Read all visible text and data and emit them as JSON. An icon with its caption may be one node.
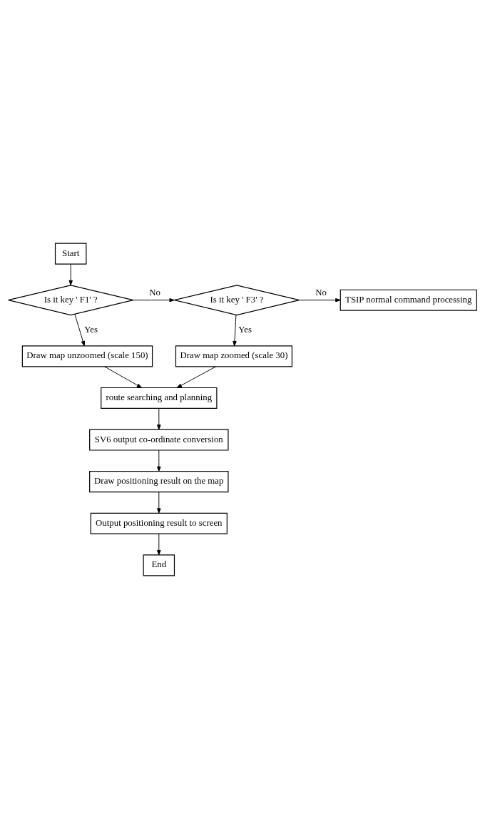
{
  "diagram": {
    "nodes": [
      {
        "text": [
          "Start"
        ]
      },
      {
        "text": [
          "Is it key ' F1' ?"
        ]
      },
      {
        "text": [
          "Is it key ' F3' ?"
        ]
      },
      {
        "text": [
          "TSIP normal command processing"
        ]
      },
      {
        "text": [
          "Draw map unzoomed (scale 150)"
        ]
      },
      {
        "text": [
          "Draw map zoomed (scale 30)"
        ]
      },
      {
        "text": [
          "route searching and planning"
        ]
      },
      {
        "text": [
          "SV6 output co-ordinate conversion"
        ]
      },
      {
        "text": [
          "Draw positioning result on the map"
        ]
      },
      {
        "text": [
          "Output positioning result to screen"
        ]
      },
      {
        "text": [
          "End"
        ]
      }
    ],
    "edges": [
      {
        "from": 0,
        "to": 1,
        "arrow": "to"
      },
      {
        "from": 1,
        "to": 2,
        "arrow": "to",
        "label": "No"
      },
      {
        "from": 2,
        "to": 3,
        "arrow": "to",
        "label": "No"
      },
      {
        "from": 1,
        "to": 4,
        "arrow": "to",
        "label": "Yes"
      },
      {
        "from": 2,
        "to": 5,
        "arrow": "to",
        "label": "Yes"
      },
      {
        "from": 4,
        "to": 6,
        "arrow": "to"
      },
      {
        "from": 5,
        "to": 6,
        "arrow": "to"
      },
      {
        "from": 6,
        "to": 7,
        "arrow": "to"
      },
      {
        "from": 7,
        "to": 8,
        "arrow": "to"
      },
      {
        "from": 8,
        "to": 9,
        "arrow": "to"
      },
      {
        "from": 9,
        "to": 10,
        "arrow": "to"
      }
    ]
  }
}
